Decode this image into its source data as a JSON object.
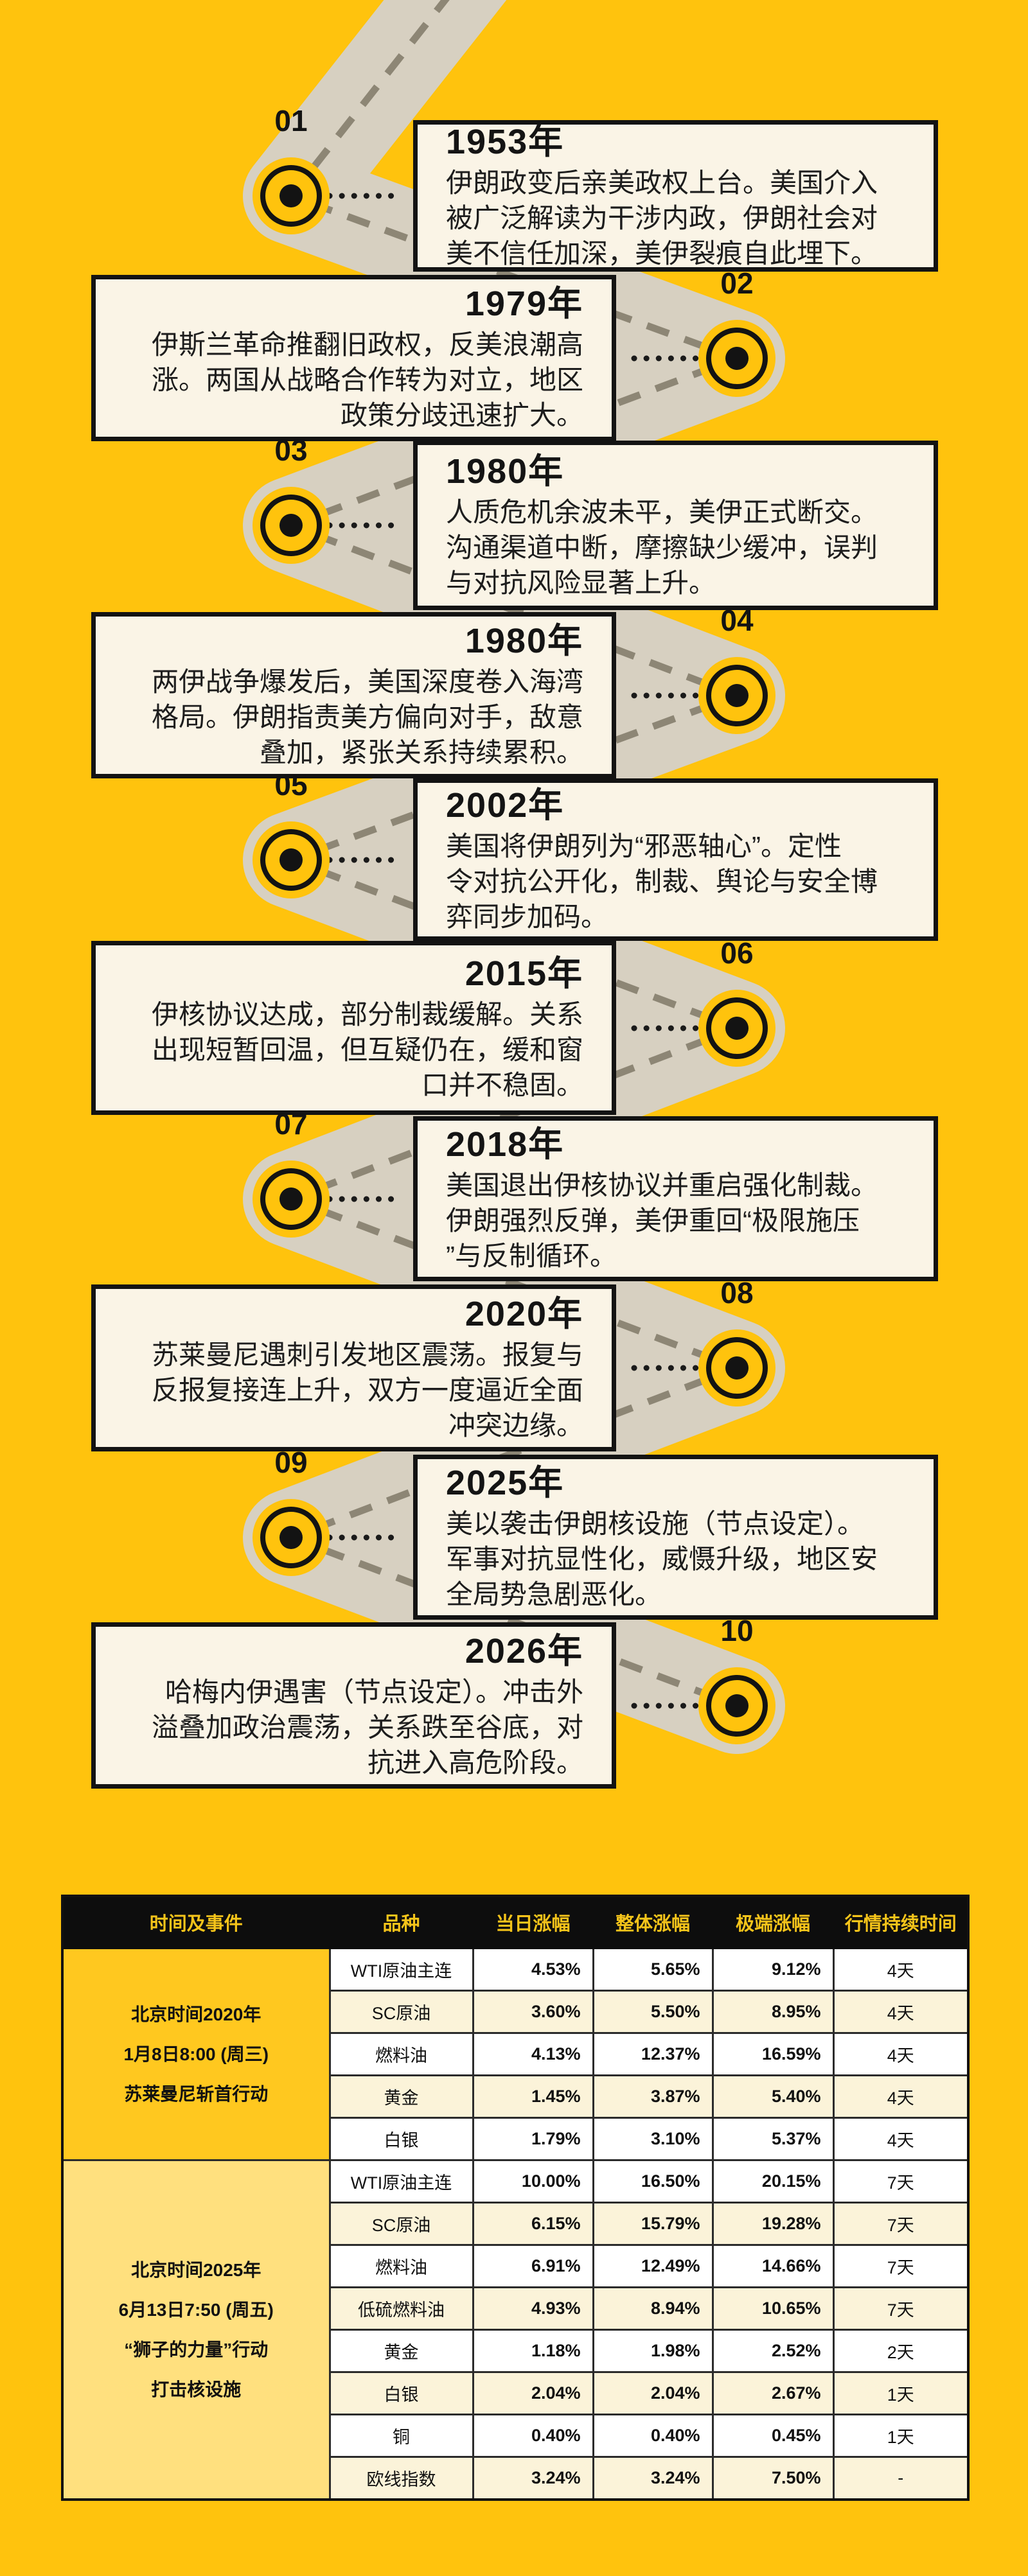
{
  "colors": {
    "page_bg": "#FFC30D",
    "card_bg": "#FAF4E6",
    "card_border": "#131313",
    "road": "#D7D0C1",
    "road_dash": "#8D8675",
    "table_header_bg": "#0D0D0D",
    "table_header_fg": "#F5C41A",
    "group_2020_bg": "#FFC81F",
    "group_2025_bg": "#FFE07E",
    "row_cream": "#FBF3D9"
  },
  "timeline": {
    "events": [
      {
        "no": "01",
        "year": "1953年",
        "text": "伊朗政变后亲美政权上台。美国介入\n被广泛解读为干涉内政，伊朗社会对\n美不信任加深，美伊裂痕自此埋下。"
      },
      {
        "no": "02",
        "year": "1979年",
        "text": "伊斯兰革命推翻旧政权，反美浪潮高\n涨。两国从战略合作转为对立，地区\n政策分歧迅速扩大。"
      },
      {
        "no": "03",
        "year": "1980年",
        "text": "人质危机余波未平，美伊正式断交。\n沟通渠道中断，摩擦缺少缓冲，误判\n与对抗风险显著上升。"
      },
      {
        "no": "04",
        "year": "1980年",
        "text": "两伊战争爆发后，美国深度卷入海湾\n格局。伊朗指责美方偏向对手，敌意\n叠加，紧张关系持续累积。"
      },
      {
        "no": "05",
        "year": "2002年",
        "text": "美国将伊朗列为“邪恶轴心”。定性\n令对抗公开化，制裁、舆论与安全博\n弈同步加码。"
      },
      {
        "no": "06",
        "year": "2015年",
        "text": "伊核协议达成，部分制裁缓解。关系\n出现短暂回温，但互疑仍在，缓和窗\n口并不稳固。"
      },
      {
        "no": "07",
        "year": "2018年",
        "text": "美国退出伊核协议并重启强化制裁。\n伊朗强烈反弹，美伊重回“极限施压\n”与反制循环。"
      },
      {
        "no": "08",
        "year": "2020年",
        "text": "苏莱曼尼遇刺引发地区震荡。报复与\n反报复接连上升，双方一度逼近全面\n冲突边缘。"
      },
      {
        "no": "09",
        "year": "2025年",
        "text": "美以袭击伊朗核设施（节点设定）。\n军事对抗显性化，威慑升级，地区安\n全局势急剧恶化。"
      },
      {
        "no": "10",
        "year": "2026年",
        "text": "哈梅内伊遇害（节点设定）。冲击外\n溢叠加政治震荡，关系跌至谷底，对\n抗进入高危阶段。"
      }
    ]
  },
  "table": {
    "headers": [
      "时间及事件",
      "品种",
      "当日涨幅",
      "整体涨幅",
      "极端涨幅",
      "行情持续时间"
    ],
    "groups": [
      {
        "label_lines": [
          "北京时间2020年",
          "1月8日8:00 (周三)",
          "苏莱曼尼斩首行动"
        ],
        "rows": [
          [
            "WTI原油主连",
            "4.53%",
            "5.65%",
            "9.12%",
            "4天"
          ],
          [
            "SC原油",
            "3.60%",
            "5.50%",
            "8.95%",
            "4天"
          ],
          [
            "燃料油",
            "4.13%",
            "12.37%",
            "16.59%",
            "4天"
          ],
          [
            "黄金",
            "1.45%",
            "3.87%",
            "5.40%",
            "4天"
          ],
          [
            "白银",
            "1.79%",
            "3.10%",
            "5.37%",
            "4天"
          ]
        ]
      },
      {
        "label_lines": [
          "北京时间2025年",
          "6月13日7:50 (周五)",
          "“狮子的力量”行动",
          "打击核设施"
        ],
        "rows": [
          [
            "WTI原油主连",
            "10.00%",
            "16.50%",
            "20.15%",
            "7天"
          ],
          [
            "SC原油",
            "6.15%",
            "15.79%",
            "19.28%",
            "7天"
          ],
          [
            "燃料油",
            "6.91%",
            "12.49%",
            "14.66%",
            "7天"
          ],
          [
            "低硫燃料油",
            "4.93%",
            "8.94%",
            "10.65%",
            "7天"
          ],
          [
            "黄金",
            "1.18%",
            "1.98%",
            "2.52%",
            "2天"
          ],
          [
            "白银",
            "2.04%",
            "2.04%",
            "2.67%",
            "1天"
          ],
          [
            "铜",
            "0.40%",
            "0.40%",
            "0.45%",
            "1天"
          ],
          [
            "欧线指数",
            "3.24%",
            "3.24%",
            "7.50%",
            "-"
          ]
        ]
      }
    ]
  }
}
